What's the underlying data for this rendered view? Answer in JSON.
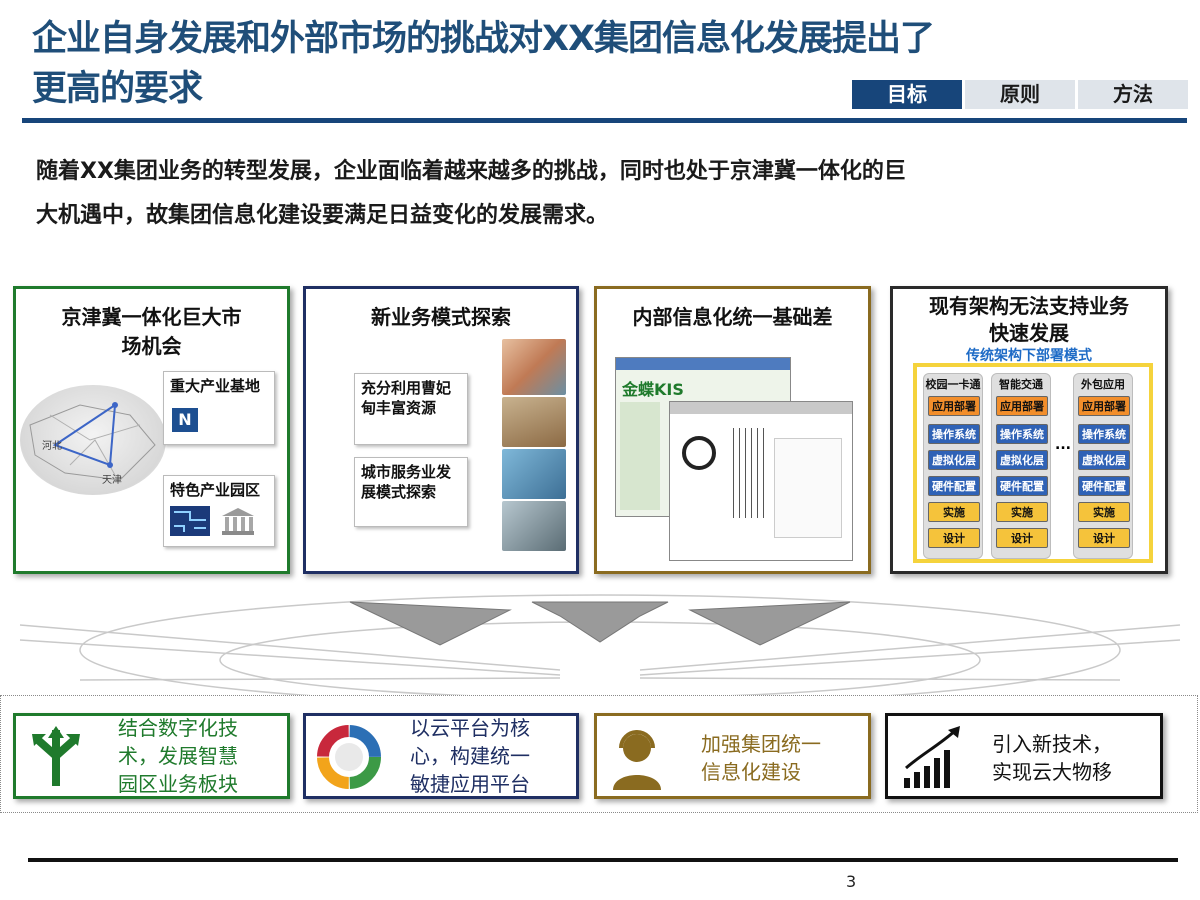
{
  "slide": {
    "title_line1": "企业自身发展和外部市场的挑战对XX集团信息化发展提出了",
    "title_line2": "更高的要求",
    "tabs": [
      "目标",
      "原则",
      "方法"
    ],
    "active_tab": "目标",
    "intro_line1": "随着XX集团业务的转型发展，企业面临着越来越多的挑战，同时也处于京津冀一体化的巨",
    "intro_line2": "大机遇中，故集团信息化建设要满足日益变化的发展需求。",
    "page_number": "3"
  },
  "cards": {
    "c1": {
      "title_line1": "京津冀一体化巨大市",
      "title_line2": "场机会",
      "map_labels": [
        "河北",
        "天津"
      ],
      "box1": "重大产业基地",
      "box2": "特色产业园区"
    },
    "c2": {
      "title": "新业务模式探索",
      "box1_line1": "充分利用曹妃",
      "box1_line2": "甸丰富资源",
      "box2_line1": "城市服务业发",
      "box2_line2": "展模式探索"
    },
    "c3": {
      "title": "内部信息化统一基础差",
      "screen_brand": "金蝶KIS"
    },
    "c4": {
      "title_line1": "现有架构无法支持业务",
      "title_line2": "快速发展",
      "subtitle": "传统架构下部署模式",
      "columns": [
        {
          "title": "校园一卡通",
          "cells": [
            "应用部署",
            "操作系统",
            "虚拟化层",
            "硬件配置",
            "实施",
            "设计"
          ]
        },
        {
          "title": "智能交通",
          "cells": [
            "应用部署",
            "操作系统",
            "虚拟化层",
            "硬件配置",
            "实施",
            "设计"
          ]
        },
        {
          "title": "外包应用",
          "cells": [
            "应用部署",
            "操作系统",
            "虚拟化层",
            "硬件配置",
            "实施",
            "设计"
          ]
        }
      ],
      "ellipsis": "..."
    }
  },
  "goals": {
    "g1": {
      "line1": "结合数字化技",
      "line2": "术，发展智慧",
      "line3": "园区业务板块",
      "color": "#1f7a2c"
    },
    "g2": {
      "line1": "以云平台为核",
      "line2": "心，构建统一",
      "line3": "敏捷应用平台",
      "color": "#1f2f63"
    },
    "g3": {
      "line1": "加强集团统一",
      "line2": "信息化建设",
      "color": "#8a6b20"
    },
    "g4": {
      "line1": "引入新技术，",
      "line2": "实现云大物移",
      "color": "#111111"
    }
  },
  "colors": {
    "title_blue": "#1f4e79",
    "nav_active": "#17457a",
    "green": "#1f7a2c",
    "navy": "#1f2f63",
    "gold": "#8a6b20",
    "arch_orange": "#f28e2b",
    "arch_blue": "#2f62b6",
    "arch_yellow": "#f5c33b"
  }
}
